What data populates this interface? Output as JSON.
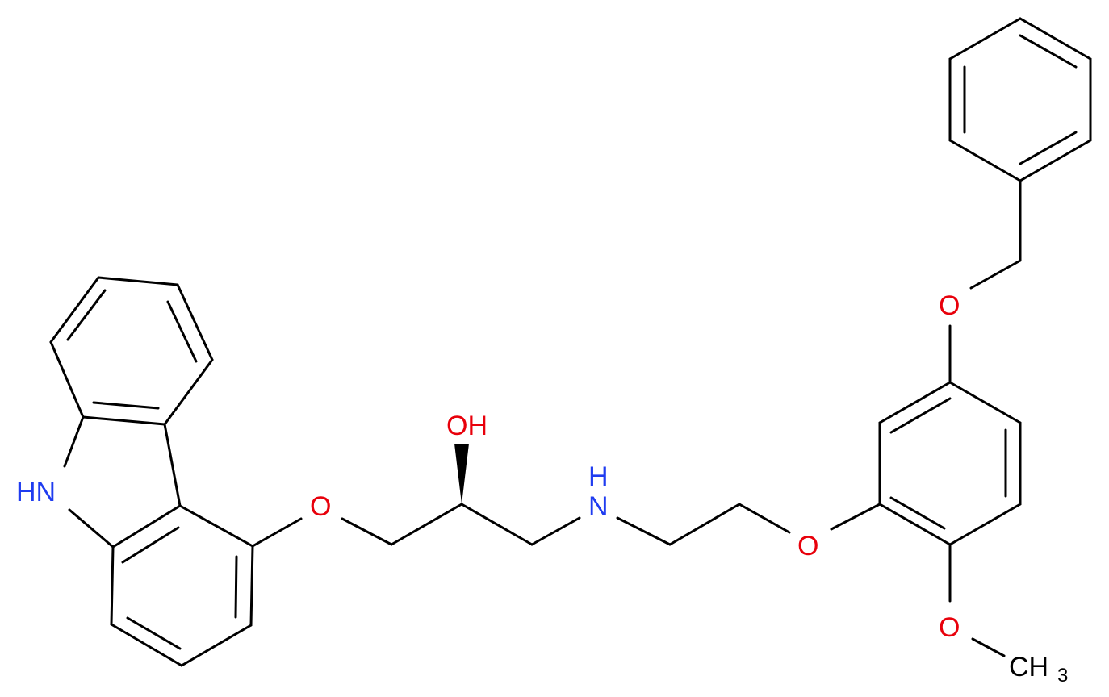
{
  "molecule": {
    "atoms": {
      "nh": "HN",
      "o_carbazole_ether": "O",
      "oh": "OH",
      "nh_amine": "H",
      "nh_amine_n": "N",
      "o_phenoxy": "O",
      "o_benzyloxy": "O",
      "o_methoxy": "O",
      "ch3": "CH",
      "ch3_sub": "3"
    },
    "colors": {
      "bond": "#000000",
      "oxygen": "#e8000b",
      "nitrogen": "#1f3cf0",
      "carbon": "#000000"
    }
  }
}
